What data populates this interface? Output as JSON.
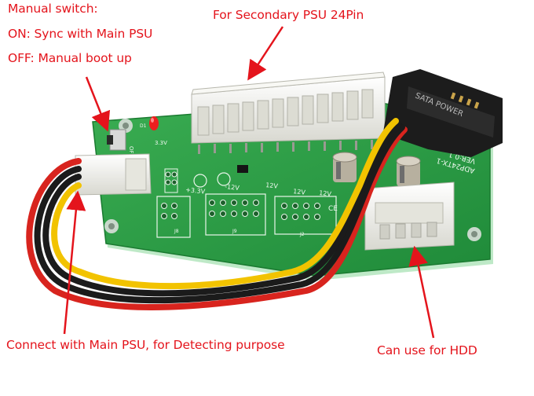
{
  "annotations": {
    "switch_title": "Manual switch:",
    "switch_on": "ON: Sync with Main PSU",
    "switch_off": "OFF: Manual boot up",
    "secondary_psu": "For Secondary PSU 24Pin",
    "main_psu": "Connect with Main PSU, for Detecting purpose",
    "hdd": "Can use for HDD"
  },
  "board_markings": {
    "model": "ADP24TX-1",
    "version": "VER:0.1",
    "sata": "SATA POWER",
    "v33": "+3.3V",
    "m12": "-12V",
    "v12a": "12V",
    "v12b": "12V",
    "off": "OFF",
    "led_v": "3.3V",
    "d1": "D1",
    "j8": "J8",
    "j9": "J9",
    "j2": "J2"
  },
  "colors": {
    "annotation": "#e4141c",
    "pcb": "#2b9a43",
    "connector": "#f2f2ec",
    "wire_red": "#d8241e",
    "wire_black": "#1b1b1b",
    "wire_yellow": "#f2c300"
  }
}
